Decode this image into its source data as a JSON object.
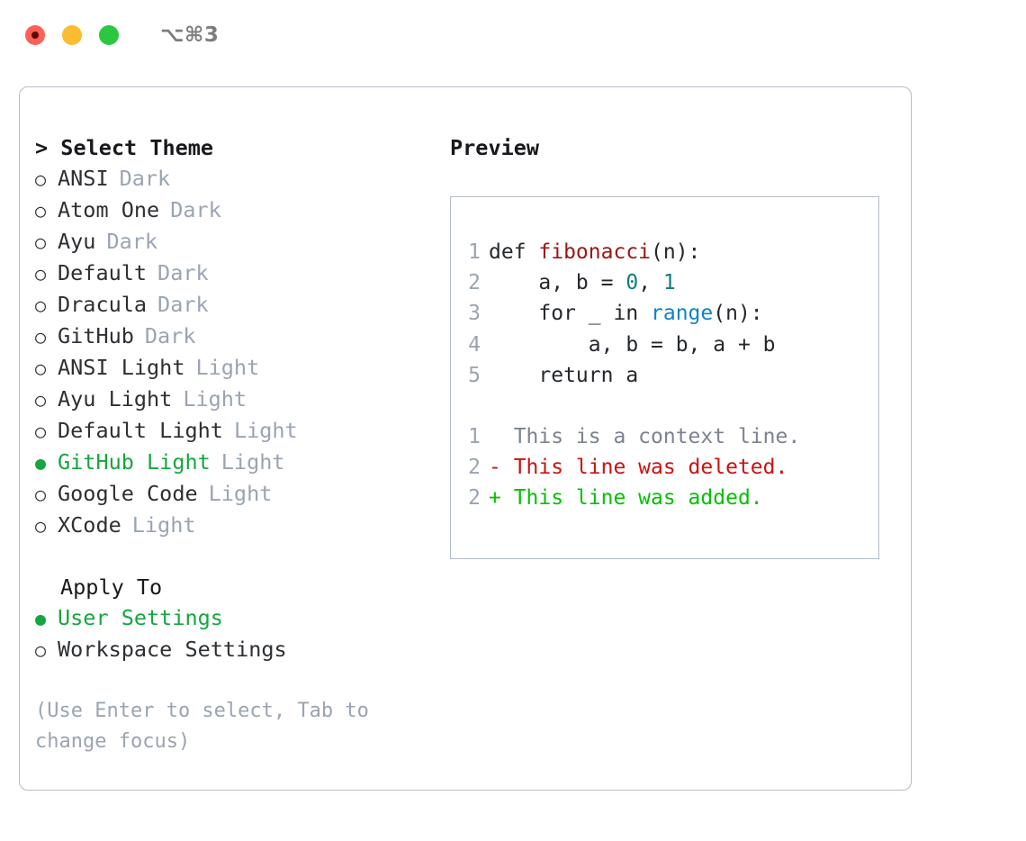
{
  "window": {
    "shortcut": "⌥⌘3",
    "traffic_lights": [
      {
        "name": "close",
        "color": "#fc6058"
      },
      {
        "name": "minimize",
        "color": "#fdbc2f"
      },
      {
        "name": "zoom",
        "color": "#2bc83f"
      }
    ]
  },
  "theme_list": {
    "header": "> Select Theme",
    "bullet_on": "●",
    "bullet_off": "○",
    "items": [
      {
        "bullet": "○",
        "label": "ANSI",
        "tag": "Dark",
        "selected": false
      },
      {
        "bullet": "○",
        "label": "Atom One",
        "tag": "Dark",
        "selected": false
      },
      {
        "bullet": "○",
        "label": "Ayu",
        "tag": "Dark",
        "selected": false
      },
      {
        "bullet": "○",
        "label": "Default",
        "tag": "Dark",
        "selected": false
      },
      {
        "bullet": "○",
        "label": "Dracula",
        "tag": "Dark",
        "selected": false
      },
      {
        "bullet": "○",
        "label": "GitHub",
        "tag": "Dark",
        "selected": false
      },
      {
        "bullet": "○",
        "label": "ANSI Light",
        "tag": "Light",
        "selected": false
      },
      {
        "bullet": "○",
        "label": "Ayu Light",
        "tag": "Light",
        "selected": false
      },
      {
        "bullet": "○",
        "label": "Default Light",
        "tag": "Light",
        "selected": false
      },
      {
        "bullet": "●",
        "label": "GitHub Light",
        "tag": "Light",
        "selected": true
      },
      {
        "bullet": "○",
        "label": "Google Code",
        "tag": "Light",
        "selected": false
      },
      {
        "bullet": "○",
        "label": "XCode",
        "tag": "Light",
        "selected": false
      }
    ]
  },
  "apply_to": {
    "header": "Apply To",
    "items": [
      {
        "bullet": "●",
        "label": "User Settings",
        "selected": true
      },
      {
        "bullet": "○",
        "label": "Workspace Settings",
        "selected": false
      }
    ]
  },
  "hint": "(Use Enter to select, Tab to change focus)",
  "preview": {
    "title": "Preview",
    "code_lines": [
      {
        "num": "1",
        "segments": [
          {
            "text": "def ",
            "cls": "code-text"
          },
          {
            "text": "fibonacci",
            "cls": "tok-fn"
          },
          {
            "text": "(n):",
            "cls": "code-text"
          }
        ]
      },
      {
        "num": "2",
        "segments": [
          {
            "text": "    a, b = ",
            "cls": "code-text"
          },
          {
            "text": "0",
            "cls": "tok-num"
          },
          {
            "text": ", ",
            "cls": "code-text"
          },
          {
            "text": "1",
            "cls": "tok-num"
          }
        ]
      },
      {
        "num": "3",
        "segments": [
          {
            "text": "    for _ in ",
            "cls": "code-text"
          },
          {
            "text": "range",
            "cls": "tok-kwf"
          },
          {
            "text": "(n):",
            "cls": "code-text"
          }
        ]
      },
      {
        "num": "4",
        "segments": [
          {
            "text": "        a, b = b, a + b",
            "cls": "code-text"
          }
        ]
      },
      {
        "num": "5",
        "segments": [
          {
            "text": "    return a",
            "cls": "code-text"
          }
        ]
      }
    ],
    "diff_lines": [
      {
        "num": "1",
        "text": "  This is a context line.",
        "cls": "diff-ctx"
      },
      {
        "num": "2",
        "text": "- This line was deleted.",
        "cls": "diff-del"
      },
      {
        "num": "2",
        "text": "+ This line was added.",
        "cls": "diff-add"
      }
    ]
  },
  "colors": {
    "accent_green": "#15a63f",
    "muted": "#9aa4b2",
    "border": "#b3bcc9",
    "diff_add": "#05c005",
    "diff_del": "#cc1111",
    "syntax_function": "#9c1616",
    "syntax_number": "#0f7d7d",
    "syntax_builtin": "#0e84c6"
  }
}
